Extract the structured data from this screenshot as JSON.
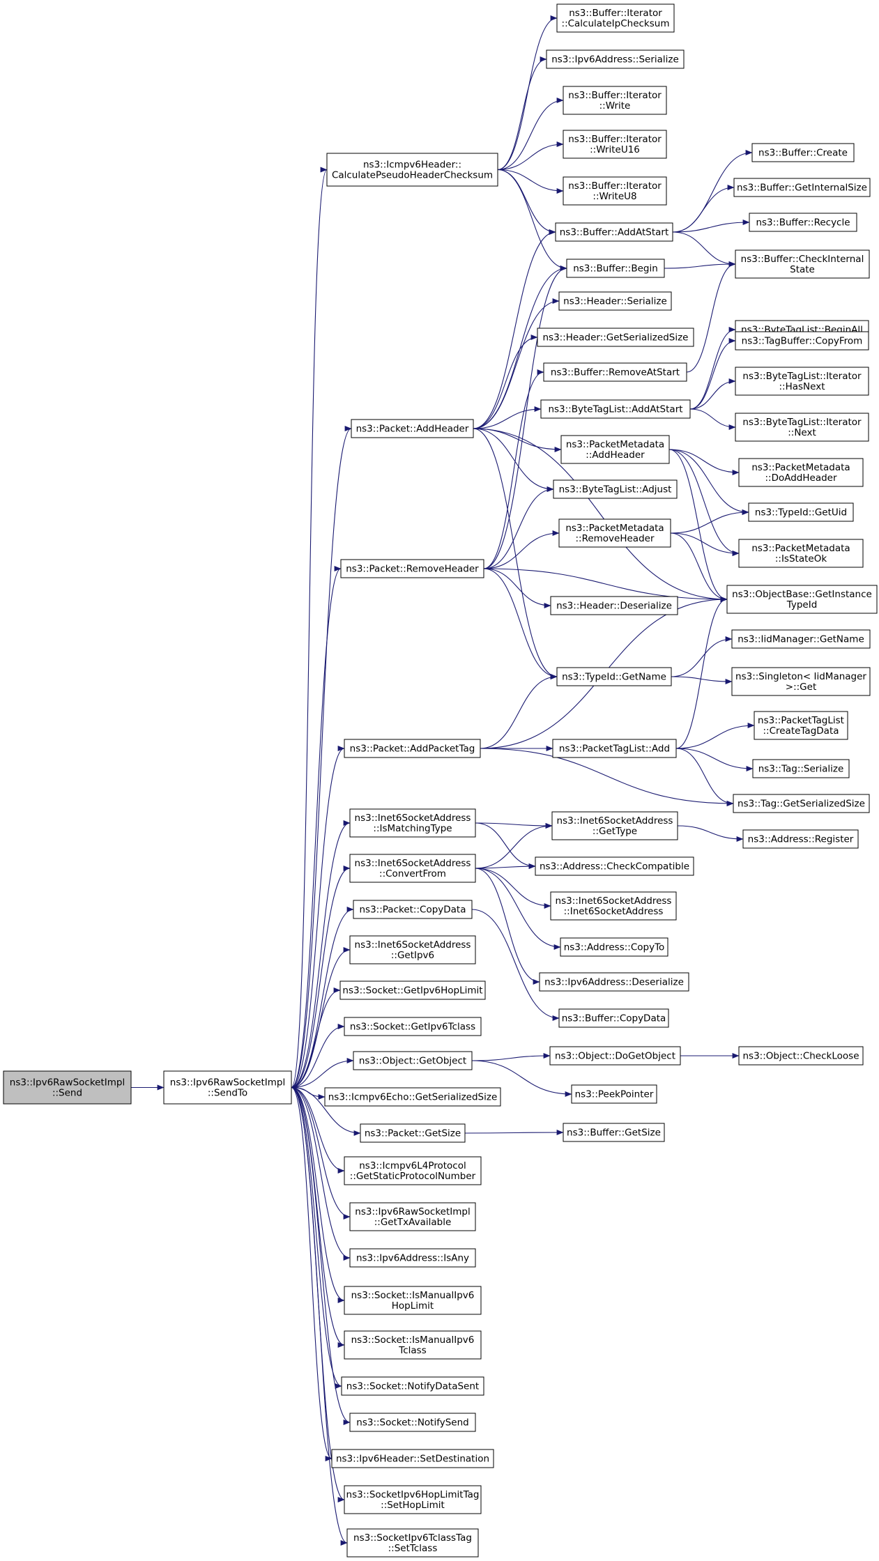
{
  "nodes": [
    {
      "id": "send",
      "lines": [
        "ns3::Ipv6RawSocketImpl",
        "::Send"
      ],
      "style": "focus"
    },
    {
      "id": "sendto",
      "lines": [
        "ns3::Ipv6RawSocketImpl",
        "::SendTo"
      ],
      "style": "normal"
    },
    {
      "id": "calcpseudo",
      "lines": [
        "ns3::Icmpv6Header::",
        "CalculatePseudoHeaderChecksum"
      ],
      "style": "normal"
    },
    {
      "id": "calcip",
      "lines": [
        "ns3::Buffer::Iterator",
        "::CalculateIpChecksum"
      ],
      "style": "normal"
    },
    {
      "id": "ipv6ser",
      "lines": [
        "ns3::Ipv6Address::Serialize"
      ],
      "style": "normal"
    },
    {
      "id": "itwrite",
      "lines": [
        "ns3::Buffer::Iterator",
        "::Write"
      ],
      "style": "normal"
    },
    {
      "id": "itwriteu16",
      "lines": [
        "ns3::Buffer::Iterator",
        "::WriteU16"
      ],
      "style": "normal"
    },
    {
      "id": "itwriteu8",
      "lines": [
        "ns3::Buffer::Iterator",
        "::WriteU8"
      ],
      "style": "normal"
    },
    {
      "id": "bufcreate",
      "lines": [
        "ns3::Buffer::Create"
      ],
      "style": "incomplete"
    },
    {
      "id": "bufinternal",
      "lines": [
        "ns3::Buffer::GetInternalSize"
      ],
      "style": "normal"
    },
    {
      "id": "bufaddatstart",
      "lines": [
        "ns3::Buffer::AddAtStart"
      ],
      "style": "normal"
    },
    {
      "id": "bufrecycle",
      "lines": [
        "ns3::Buffer::Recycle"
      ],
      "style": "incomplete"
    },
    {
      "id": "bufbegin",
      "lines": [
        "ns3::Buffer::Begin"
      ],
      "style": "normal"
    },
    {
      "id": "bufcheck",
      "lines": [
        "ns3::Buffer::CheckInternal",
        "State"
      ],
      "style": "normal"
    },
    {
      "id": "hdrser",
      "lines": [
        "ns3::Header::Serialize"
      ],
      "style": "normal"
    },
    {
      "id": "hdrsize",
      "lines": [
        "ns3::Header::GetSerializedSize"
      ],
      "style": "normal"
    },
    {
      "id": "btlbeginall",
      "lines": [
        "ns3::ByteTagList::BeginAll"
      ],
      "style": "incomplete"
    },
    {
      "id": "tagbufcopy",
      "lines": [
        "ns3::TagBuffer::CopyFrom"
      ],
      "style": "normal"
    },
    {
      "id": "bufremove",
      "lines": [
        "ns3::Buffer::RemoveAtStart"
      ],
      "style": "normal"
    },
    {
      "id": "btlhasnext",
      "lines": [
        "ns3::ByteTagList::Iterator",
        "::HasNext"
      ],
      "style": "normal"
    },
    {
      "id": "pktaddhdr",
      "lines": [
        "ns3::Packet::AddHeader"
      ],
      "style": "normal"
    },
    {
      "id": "btladdatstart",
      "lines": [
        "ns3::ByteTagList::AddAtStart"
      ],
      "style": "normal"
    },
    {
      "id": "btlnext",
      "lines": [
        "ns3::ByteTagList::Iterator",
        "::Next"
      ],
      "style": "normal"
    },
    {
      "id": "pmaddhdr",
      "lines": [
        "ns3::PacketMetadata",
        "::AddHeader"
      ],
      "style": "normal"
    },
    {
      "id": "pmdoadd",
      "lines": [
        "ns3::PacketMetadata",
        "::DoAddHeader"
      ],
      "style": "incomplete"
    },
    {
      "id": "btladjust",
      "lines": [
        "ns3::ByteTagList::Adjust"
      ],
      "style": "normal"
    },
    {
      "id": "typeiduid",
      "lines": [
        "ns3::TypeId::GetUid"
      ],
      "style": "normal"
    },
    {
      "id": "pmremove",
      "lines": [
        "ns3::PacketMetadata",
        "::RemoveHeader"
      ],
      "style": "incomplete"
    },
    {
      "id": "pmstateok",
      "lines": [
        "ns3::PacketMetadata",
        "::IsStateOk"
      ],
      "style": "incomplete"
    },
    {
      "id": "pktremovehdr",
      "lines": [
        "ns3::Packet::RemoveHeader"
      ],
      "style": "normal"
    },
    {
      "id": "objinst",
      "lines": [
        "ns3::ObjectBase::GetInstance",
        "TypeId"
      ],
      "style": "normal"
    },
    {
      "id": "hdrdeser",
      "lines": [
        "ns3::Header::Deserialize"
      ],
      "style": "normal"
    },
    {
      "id": "iidgetname",
      "lines": [
        "ns3::IidManager::GetName"
      ],
      "style": "incomplete"
    },
    {
      "id": "typeidname",
      "lines": [
        "ns3::TypeId::GetName"
      ],
      "style": "normal"
    },
    {
      "id": "singleton",
      "lines": [
        "ns3::Singleton< IidManager",
        ">::Get"
      ],
      "style": "normal"
    },
    {
      "id": "pktaddtag",
      "lines": [
        "ns3::Packet::AddPacketTag"
      ],
      "style": "normal"
    },
    {
      "id": "ptladd",
      "lines": [
        "ns3::PacketTagList::Add"
      ],
      "style": "normal"
    },
    {
      "id": "ptlcreate",
      "lines": [
        "ns3::PacketTagList",
        "::CreateTagData"
      ],
      "style": "normal"
    },
    {
      "id": "tagser",
      "lines": [
        "ns3::Tag::Serialize"
      ],
      "style": "normal"
    },
    {
      "id": "tagsize",
      "lines": [
        "ns3::Tag::GetSerializedSize"
      ],
      "style": "normal"
    },
    {
      "id": "i6ismatch",
      "lines": [
        "ns3::Inet6SocketAddress",
        "::IsMatchingType"
      ],
      "style": "normal"
    },
    {
      "id": "i6gettype",
      "lines": [
        "ns3::Inet6SocketAddress",
        "::GetType"
      ],
      "style": "normal"
    },
    {
      "id": "addrreg",
      "lines": [
        "ns3::Address::Register"
      ],
      "style": "normal"
    },
    {
      "id": "i6convert",
      "lines": [
        "ns3::Inet6SocketAddress",
        "::ConvertFrom"
      ],
      "style": "normal"
    },
    {
      "id": "addrcheck",
      "lines": [
        "ns3::Address::CheckCompatible"
      ],
      "style": "normal"
    },
    {
      "id": "i6ctor",
      "lines": [
        "ns3::Inet6SocketAddress",
        "::Inet6SocketAddress"
      ],
      "style": "normal"
    },
    {
      "id": "pktcopy",
      "lines": [
        "ns3::Packet::CopyData"
      ],
      "style": "normal"
    },
    {
      "id": "addrcopyto",
      "lines": [
        "ns3::Address::CopyTo"
      ],
      "style": "normal"
    },
    {
      "id": "i6getipv6",
      "lines": [
        "ns3::Inet6SocketAddress",
        "::GetIpv6"
      ],
      "style": "normal"
    },
    {
      "id": "ipv6deser",
      "lines": [
        "ns3::Ipv6Address::Deserialize"
      ],
      "style": "normal"
    },
    {
      "id": "sockhoplimit",
      "lines": [
        "ns3::Socket::GetIpv6HopLimit"
      ],
      "style": "normal"
    },
    {
      "id": "bufcopydata",
      "lines": [
        "ns3::Buffer::CopyData"
      ],
      "style": "normal"
    },
    {
      "id": "socktclass",
      "lines": [
        "ns3::Socket::GetIpv6Tclass"
      ],
      "style": "normal"
    },
    {
      "id": "objgetobj",
      "lines": [
        "ns3::Object::GetObject"
      ],
      "style": "normal"
    },
    {
      "id": "objdoget",
      "lines": [
        "ns3::Object::DoGetObject"
      ],
      "style": "incomplete"
    },
    {
      "id": "objcheck",
      "lines": [
        "ns3::Object::CheckLoose"
      ],
      "style": "incomplete"
    },
    {
      "id": "echosize",
      "lines": [
        "ns3::Icmpv6Echo::GetSerializedSize"
      ],
      "style": "normal"
    },
    {
      "id": "peekptr",
      "lines": [
        "ns3::PeekPointer"
      ],
      "style": "normal"
    },
    {
      "id": "pktgetsize",
      "lines": [
        "ns3::Packet::GetSize"
      ],
      "style": "normal"
    },
    {
      "id": "bufgetsize",
      "lines": [
        "ns3::Buffer::GetSize"
      ],
      "style": "normal"
    },
    {
      "id": "icmpproto",
      "lines": [
        "ns3::Icmpv6L4Protocol",
        "::GetStaticProtocolNumber"
      ],
      "style": "normal"
    },
    {
      "id": "txavail",
      "lines": [
        "ns3::Ipv6RawSocketImpl",
        "::GetTxAvailable"
      ],
      "style": "normal"
    },
    {
      "id": "ipv6isany",
      "lines": [
        "ns3::Ipv6Address::IsAny"
      ],
      "style": "normal"
    },
    {
      "id": "manualhop",
      "lines": [
        "ns3::Socket::IsManualIpv6",
        "HopLimit"
      ],
      "style": "normal"
    },
    {
      "id": "manualtclass",
      "lines": [
        "ns3::Socket::IsManualIpv6",
        "Tclass"
      ],
      "style": "normal"
    },
    {
      "id": "notifydata",
      "lines": [
        "ns3::Socket::NotifyDataSent"
      ],
      "style": "normal"
    },
    {
      "id": "notifysend",
      "lines": [
        "ns3::Socket::NotifySend"
      ],
      "style": "normal"
    },
    {
      "id": "setdest",
      "lines": [
        "ns3::Ipv6Header::SetDestination"
      ],
      "style": "normal"
    },
    {
      "id": "sethop",
      "lines": [
        "ns3::SocketIpv6HopLimitTag",
        "::SetHopLimit"
      ],
      "style": "normal"
    },
    {
      "id": "settclass",
      "lines": [
        "ns3::SocketIpv6TclassTag",
        "::SetTclass"
      ],
      "style": "normal"
    }
  ],
  "edges": [
    [
      "send",
      "sendto"
    ],
    [
      "sendto",
      "calcpseudo"
    ],
    [
      "sendto",
      "pktaddhdr"
    ],
    [
      "sendto",
      "pktremovehdr"
    ],
    [
      "sendto",
      "pktaddtag"
    ],
    [
      "sendto",
      "i6ismatch"
    ],
    [
      "sendto",
      "i6convert"
    ],
    [
      "sendto",
      "pktcopy"
    ],
    [
      "sendto",
      "i6getipv6"
    ],
    [
      "sendto",
      "sockhoplimit"
    ],
    [
      "sendto",
      "socktclass"
    ],
    [
      "sendto",
      "objgetobj"
    ],
    [
      "sendto",
      "echosize"
    ],
    [
      "sendto",
      "pktgetsize"
    ],
    [
      "sendto",
      "icmpproto"
    ],
    [
      "sendto",
      "txavail"
    ],
    [
      "sendto",
      "ipv6isany"
    ],
    [
      "sendto",
      "manualhop"
    ],
    [
      "sendto",
      "manualtclass"
    ],
    [
      "sendto",
      "notifydata"
    ],
    [
      "sendto",
      "notifysend"
    ],
    [
      "sendto",
      "setdest"
    ],
    [
      "sendto",
      "sethop"
    ],
    [
      "sendto",
      "settclass"
    ],
    [
      "calcpseudo",
      "calcip"
    ],
    [
      "calcpseudo",
      "ipv6ser"
    ],
    [
      "calcpseudo",
      "itwrite"
    ],
    [
      "calcpseudo",
      "itwriteu16"
    ],
    [
      "calcpseudo",
      "itwriteu8"
    ],
    [
      "calcpseudo",
      "bufaddatstart"
    ],
    [
      "calcpseudo",
      "bufbegin"
    ],
    [
      "bufaddatstart",
      "bufcreate"
    ],
    [
      "bufaddatstart",
      "bufinternal"
    ],
    [
      "bufaddatstart",
      "bufrecycle"
    ],
    [
      "bufaddatstart",
      "bufcheck"
    ],
    [
      "bufbegin",
      "bufcheck"
    ],
    [
      "bufremove",
      "bufcheck"
    ],
    [
      "pktaddhdr",
      "bufaddatstart"
    ],
    [
      "pktaddhdr",
      "bufbegin"
    ],
    [
      "pktaddhdr",
      "hdrser"
    ],
    [
      "pktaddhdr",
      "hdrsize"
    ],
    [
      "pktaddhdr",
      "btladdatstart"
    ],
    [
      "pktaddhdr",
      "pmaddhdr"
    ],
    [
      "pktaddhdr",
      "btladjust"
    ],
    [
      "pktaddhdr",
      "objinst"
    ],
    [
      "pktaddhdr",
      "typeidname"
    ],
    [
      "btladdatstart",
      "btlbeginall"
    ],
    [
      "btladdatstart",
      "tagbufcopy"
    ],
    [
      "btladdatstart",
      "btlhasnext"
    ],
    [
      "btladdatstart",
      "btlnext"
    ],
    [
      "pmaddhdr",
      "pmdoadd"
    ],
    [
      "pmaddhdr",
      "typeiduid"
    ],
    [
      "pmaddhdr",
      "pmstateok"
    ],
    [
      "pmaddhdr",
      "objinst"
    ],
    [
      "pktremovehdr",
      "bufbegin"
    ],
    [
      "pktremovehdr",
      "bufremove"
    ],
    [
      "pktremovehdr",
      "btladjust"
    ],
    [
      "pktremovehdr",
      "pmremove"
    ],
    [
      "pktremovehdr",
      "hdrdeser"
    ],
    [
      "pktremovehdr",
      "objinst"
    ],
    [
      "pktremovehdr",
      "typeidname"
    ],
    [
      "pmremove",
      "typeiduid"
    ],
    [
      "pmremove",
      "pmstateok"
    ],
    [
      "pmremove",
      "objinst"
    ],
    [
      "typeidname",
      "iidgetname"
    ],
    [
      "typeidname",
      "singleton"
    ],
    [
      "pktaddtag",
      "typeidname"
    ],
    [
      "pktaddtag",
      "objinst"
    ],
    [
      "pktaddtag",
      "ptladd"
    ],
    [
      "pktaddtag",
      "tagsize"
    ],
    [
      "ptladd",
      "objinst"
    ],
    [
      "ptladd",
      "ptlcreate"
    ],
    [
      "ptladd",
      "tagser"
    ],
    [
      "ptladd",
      "tagsize"
    ],
    [
      "i6ismatch",
      "i6gettype"
    ],
    [
      "i6ismatch",
      "addrcheck"
    ],
    [
      "i6gettype",
      "addrreg"
    ],
    [
      "i6convert",
      "i6gettype"
    ],
    [
      "i6convert",
      "addrcheck"
    ],
    [
      "i6convert",
      "i6ctor"
    ],
    [
      "i6convert",
      "addrcopyto"
    ],
    [
      "i6convert",
      "ipv6deser"
    ],
    [
      "pktcopy",
      "bufcopydata"
    ],
    [
      "objgetobj",
      "objdoget"
    ],
    [
      "objgetobj",
      "peekptr"
    ],
    [
      "objdoget",
      "objcheck"
    ],
    [
      "pktgetsize",
      "bufgetsize"
    ]
  ],
  "colors": {
    "edge": "#191970",
    "normal_fill": "#ffffff",
    "normal_border": "#000000",
    "focus_fill": "#bfbfbf",
    "incomplete_border": "#ff0000"
  }
}
